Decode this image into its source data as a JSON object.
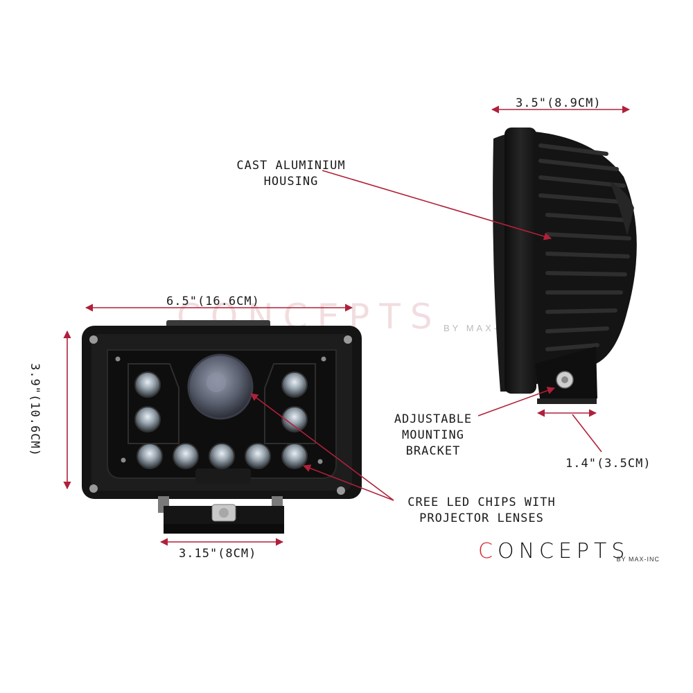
{
  "dimensions": {
    "top_width": "3.5\"(8.9CM)",
    "front_width": "6.5\"(16.6CM)",
    "front_height": "3.9\"(10.6CM)",
    "bracket_width": "3.15\"(8CM)",
    "bracket_depth": "1.4\"(3.5CM)"
  },
  "callouts": {
    "housing_line1": "CAST ALUMINIUM",
    "housing_line2": "HOUSING",
    "bracket_line1": "ADJUSTABLE",
    "bracket_line2": "MOUNTING",
    "bracket_line3": "BRACKET",
    "led_line1": "CREE LED CHIPS WITH",
    "led_line2": "PROJECTOR LENSES"
  },
  "brand": {
    "first_letter": "C",
    "rest": "ONCEPTS",
    "byline": "BY MAX-INC"
  },
  "watermark": {
    "text": "CONCEPTS",
    "byline": "BY MAX-INC"
  },
  "colors": {
    "arrow": "#b0203a",
    "body": "#161616",
    "brand_red": "#d0262e"
  }
}
